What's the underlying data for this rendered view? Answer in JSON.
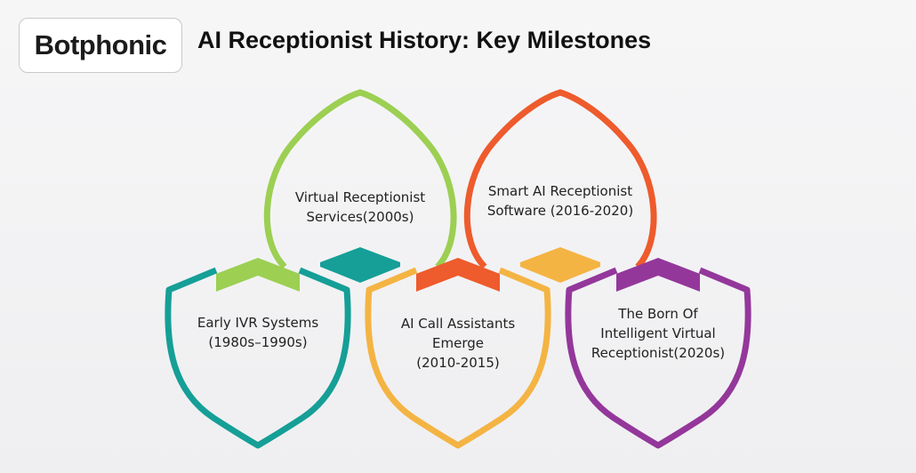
{
  "brand": {
    "logo_text": "Botphonic"
  },
  "title": "AI Receptionist History: Key Milestones",
  "milestones": [
    {
      "label": "Early IVR Systems\n(1980s–1990s)",
      "color": "#159f97"
    },
    {
      "label": "Virtual Receptionist\nServices(2000s)",
      "color": "#9ccf52"
    },
    {
      "label": "AI Call Assistants\nEmerge\n(2010-2015)",
      "color": "#f4b443"
    },
    {
      "label": "Smart AI Receptionist\nSoftware (2016-2020)",
      "color": "#ee5b2c"
    },
    {
      "label": "The Born Of\nIntelligent Virtual\nReceptionist(2020s)",
      "color": "#94379b"
    }
  ]
}
